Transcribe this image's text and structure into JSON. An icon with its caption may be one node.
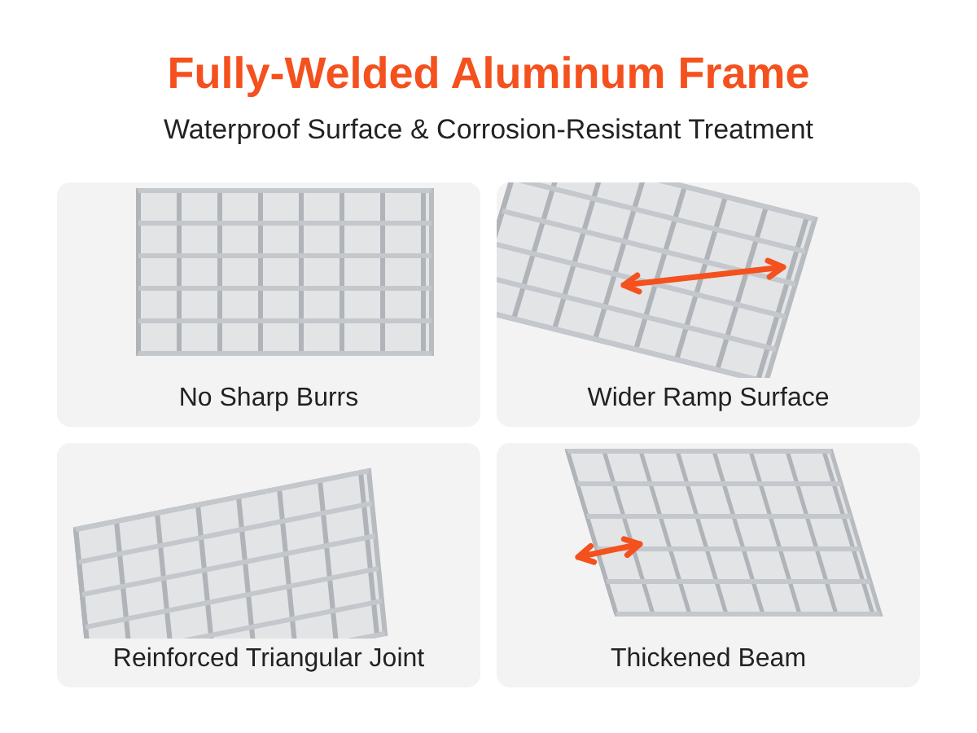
{
  "diagram": {
    "title": "Fully-Welded Aluminum Frame",
    "nodes": [
      {
        "text": [
          "No Sharp Burrs"
        ]
      },
      {
        "text": [
          "Wider Ramp Surface"
        ]
      },
      {
        "text": [
          "Reinforced Triangular Joint"
        ]
      },
      {
        "text": [
          "Thickened Beam"
        ]
      }
    ],
    "labels": [
      "Waterproof Surface & Corrosion-Resistant Treatment"
    ]
  }
}
